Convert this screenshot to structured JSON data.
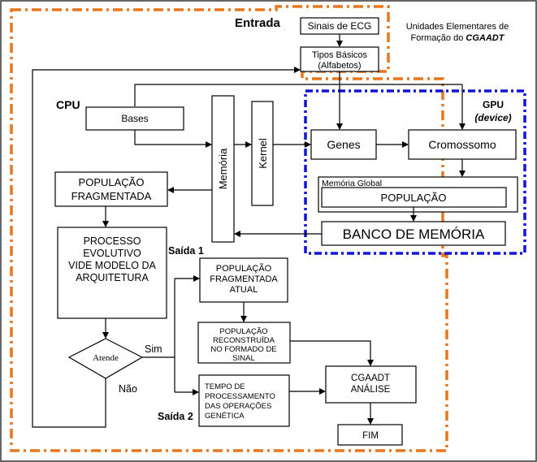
{
  "entrada": "Entrada",
  "legend": {
    "line1": "Unidades Elementares de",
    "line2_prefix": "Formação do ",
    "line2_emph": "CGAADT"
  },
  "cpu": "CPU",
  "gpu": {
    "title": "GPU",
    "subtitle": "(device)"
  },
  "sinais": "Sinais de ECG",
  "tipos": [
    "Tipos Básicos",
    "(Alfabetos)"
  ],
  "bases": "Bases",
  "memoria": "Memória",
  "kernel": "Kernel",
  "genes": "Genes",
  "cromossomo": "Cromossomo",
  "memoria_global": "Memória Global",
  "populacao": "POPULAÇÃO",
  "banco": "BANCO DE MEMÓRIA",
  "pop_frag": [
    "POPULAÇÃO",
    "FRAGMENTADA"
  ],
  "processo": [
    "PROCESSO",
    "EVOLUTIVO",
    "VIDE MODELO  DA",
    "ARQUITETURA"
  ],
  "atende": "Atende",
  "sim": "Sim",
  "nao": "Não",
  "saida1": "Saída 1",
  "saida2": "Saída 2",
  "pop_frag_atual": [
    "POPULAÇÃO",
    "FRAGMENTADA",
    "ATUAL"
  ],
  "pop_recon": [
    "POPULAÇÃO",
    "RECONSTRUÍDA",
    "NO FORMADO DE",
    "SINAL"
  ],
  "tempo": [
    "TEMPO DE",
    "PROCESSAMENTO",
    "DAS OPERAÇÕES",
    "GENÉTICA"
  ],
  "analise": [
    "CGAADT",
    "ANÁLISE"
  ],
  "fim": "FIM",
  "colors": {
    "orange": "#E8761F",
    "blue": "#1212D6"
  }
}
